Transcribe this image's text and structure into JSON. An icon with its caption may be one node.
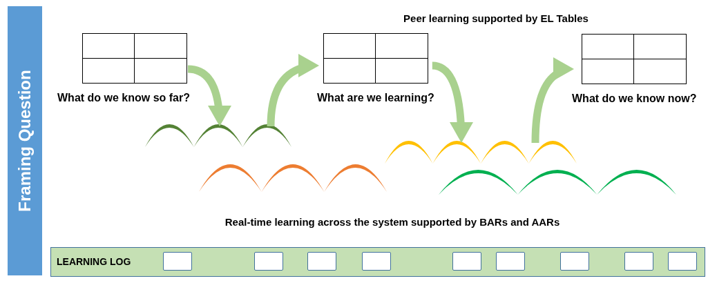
{
  "diagram": {
    "nodes": [
      {
        "text": [
          "Framing Question"
        ]
      },
      {
        "text": [
          "What do we know so far?"
        ]
      },
      {
        "text": [
          "What are we learning?"
        ]
      },
      {
        "text": [
          "What do we know now?"
        ]
      },
      {
        "text": [],
        "shape": "arc"
      },
      {
        "text": [],
        "shape": "arc"
      },
      {
        "text": [],
        "shape": "arc"
      },
      {
        "text": [],
        "shape": "arc"
      },
      {
        "text": [
          "LEARNING LOG"
        ]
      },
      {
        "text": [],
        "shape": "box",
        "in": 8
      },
      {
        "text": [],
        "shape": "box",
        "in": 8
      },
      {
        "text": [],
        "shape": "box",
        "in": 8
      },
      {
        "text": [],
        "shape": "box",
        "in": 8
      },
      {
        "text": [],
        "shape": "box",
        "in": 8
      },
      {
        "text": [],
        "shape": "box",
        "in": 8
      },
      {
        "text": [],
        "shape": "box",
        "in": 8
      },
      {
        "text": [],
        "shape": "box",
        "in": 8
      },
      {
        "text": [],
        "shape": "box",
        "in": 8
      }
    ],
    "edges": [
      {
        "from": 1,
        "to": 4,
        "arrow": "to"
      },
      {
        "from": 4,
        "to": 2,
        "arrow": "to"
      },
      {
        "from": 2,
        "to": 5,
        "arrow": "to"
      },
      {
        "from": 5,
        "to": 3,
        "arrow": "to"
      }
    ],
    "labels": [
      "Peer learning supported by EL Tables",
      "Real-time learning across the system supported by BARs and AARs"
    ]
  }
}
